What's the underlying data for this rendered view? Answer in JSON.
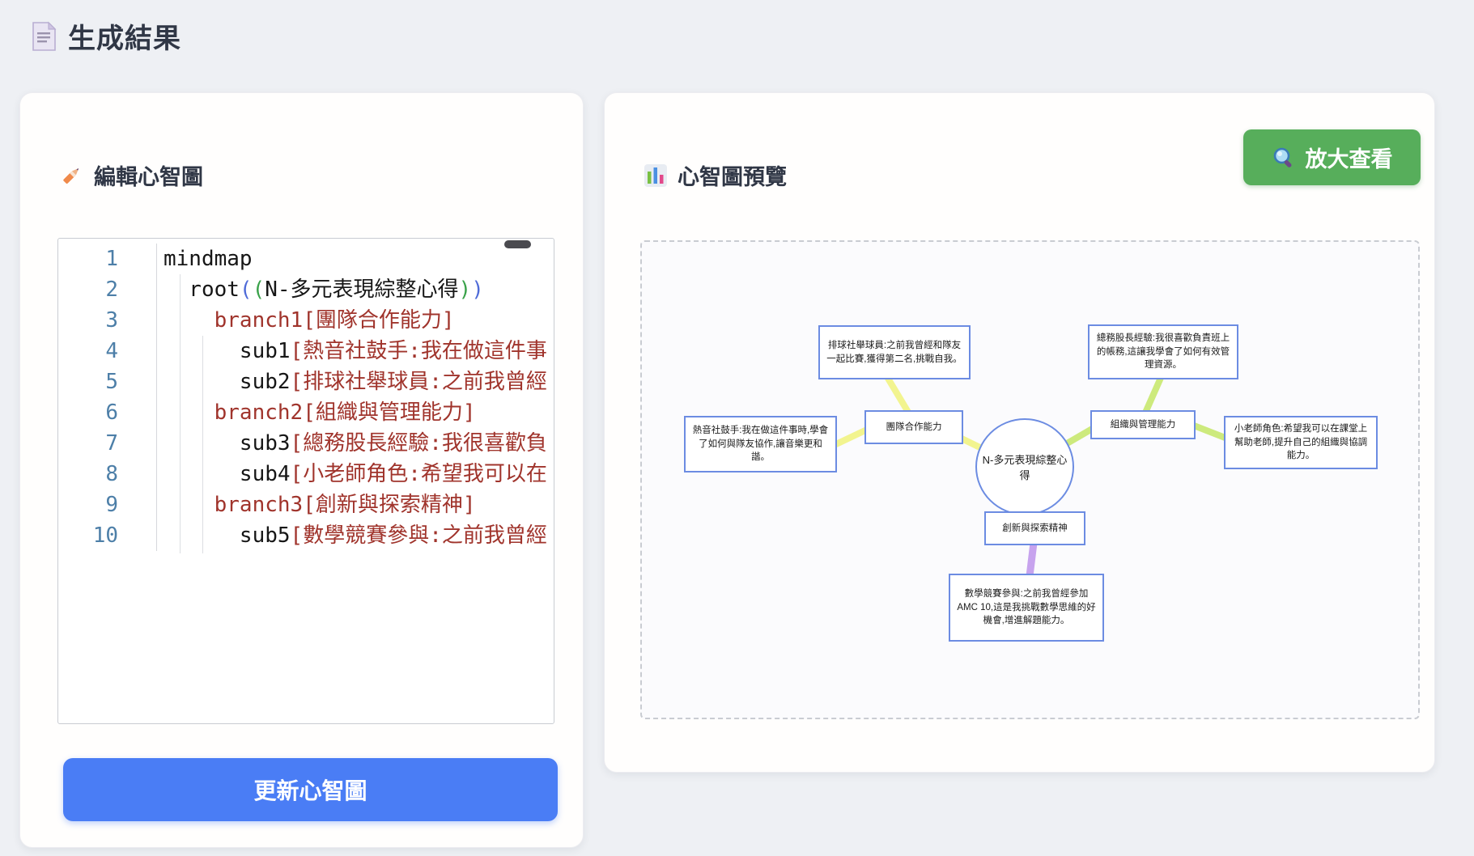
{
  "page": {
    "title": "生成結果"
  },
  "editor_panel": {
    "title": "編輯心智圖",
    "update_button_label": "更新心智圖",
    "editor": {
      "lines": [
        {
          "num": "1",
          "segments": [
            {
              "t": "mindmap",
              "c": "k"
            }
          ]
        },
        {
          "num": "2",
          "segments": [
            {
              "t": "  root",
              "c": "k"
            },
            {
              "t": "(",
              "c": "pb"
            },
            {
              "t": "(",
              "c": "pg"
            },
            {
              "t": "N-多元表現綜整心得",
              "c": "k"
            },
            {
              "t": ")",
              "c": "pg"
            },
            {
              "t": ")",
              "c": "pb"
            }
          ]
        },
        {
          "num": "3",
          "segments": [
            {
              "t": "    ",
              "c": "k"
            },
            {
              "t": "branch1[團隊合作能力]",
              "c": "m"
            }
          ]
        },
        {
          "num": "4",
          "segments": [
            {
              "t": "      ",
              "c": "k"
            },
            {
              "t": "sub1",
              "c": "k"
            },
            {
              "t": "[熱音社鼓手:我在做這件事",
              "c": "m"
            }
          ]
        },
        {
          "num": "5",
          "segments": [
            {
              "t": "      ",
              "c": "k"
            },
            {
              "t": "sub2",
              "c": "k"
            },
            {
              "t": "[排球社舉球員:之前我曾經",
              "c": "m"
            }
          ]
        },
        {
          "num": "6",
          "segments": [
            {
              "t": "    ",
              "c": "k"
            },
            {
              "t": "branch2[組織與管理能力]",
              "c": "m"
            }
          ]
        },
        {
          "num": "7",
          "segments": [
            {
              "t": "      ",
              "c": "k"
            },
            {
              "t": "sub3",
              "c": "k"
            },
            {
              "t": "[總務股長經驗:我很喜歡負",
              "c": "m"
            }
          ]
        },
        {
          "num": "8",
          "segments": [
            {
              "t": "      ",
              "c": "k"
            },
            {
              "t": "sub4",
              "c": "k"
            },
            {
              "t": "[小老師角色:希望我可以在",
              "c": "m"
            }
          ]
        },
        {
          "num": "9",
          "segments": [
            {
              "t": "    ",
              "c": "k"
            },
            {
              "t": "branch3[創新與探索精神]",
              "c": "m"
            }
          ]
        },
        {
          "num": "10",
          "segments": [
            {
              "t": "      ",
              "c": "k"
            },
            {
              "t": "sub5",
              "c": "k"
            },
            {
              "t": "[數學競賽參與:之前我曾經",
              "c": "m"
            }
          ]
        }
      ]
    }
  },
  "preview_panel": {
    "title": "心智圖預覽",
    "zoom_button_label": "放大查看",
    "mindmap": {
      "root": "N-多元表現綜整心得",
      "nodes": {
        "team": "團隊合作能力",
        "org": "組織與管理能力",
        "innov": "創新與探索精神",
        "drummer": "熱音社鼓手:我在做這件事時,學會了如何與隊友協作,讓音樂更和諧。",
        "volley": "排球社舉球員:之前我曾經和隊友一起比賽,獲得第二名,挑戰自我。",
        "treasurer": "總務股長經驗:我很喜歡負責班上的帳務,這讓我學會了如何有效管理資源。",
        "tutor": "小老師角色:希望我可以在課堂上幫助老師,提升自己的組織與協調能力。",
        "math": "數學競賽參與:之前我曾經參加AMC 10,這是我挑戰數學思維的好機會,增進解題能力。"
      }
    }
  },
  "colors": {
    "primary_blue": "#4a7df5",
    "success_green": "#57ae5b",
    "node_border_blue": "#6c8ce2",
    "edge_yellow": "#f2f48f",
    "edge_green": "#cdea7d",
    "edge_purple": "#c7a3ee",
    "syntax_maroon": "#a0342c",
    "line_number_blue": "#4d7fa8"
  }
}
